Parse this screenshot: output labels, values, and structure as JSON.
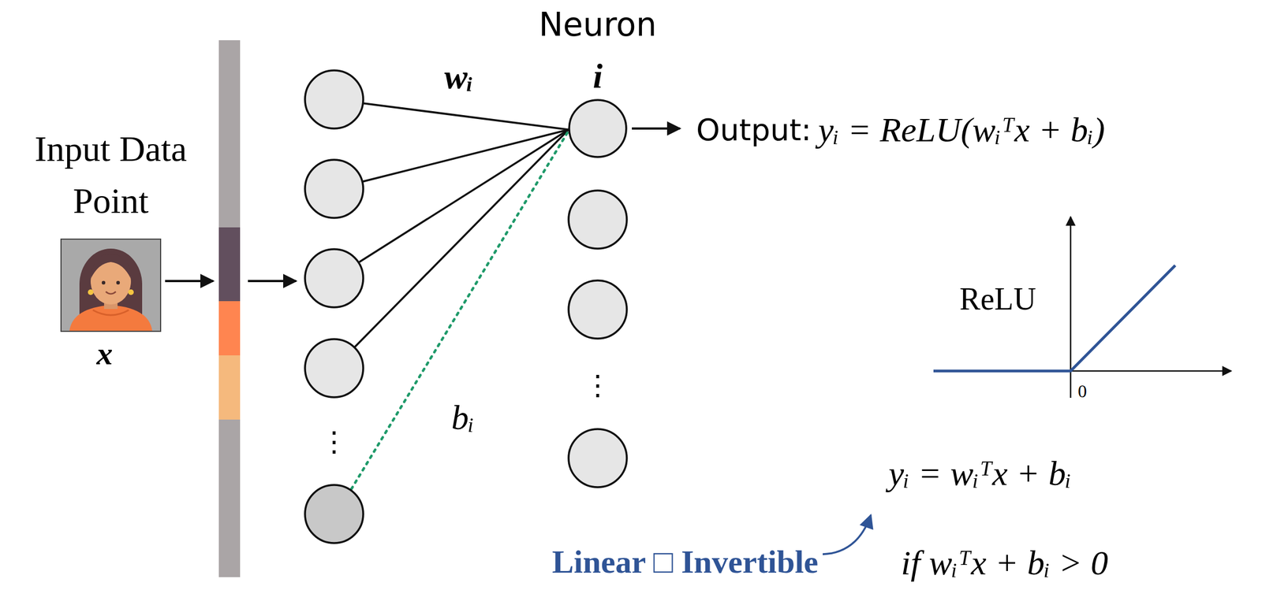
{
  "diagram": {
    "nodes": [
      {
        "text": [
          "Input Data Point",
          "x"
        ]
      },
      {
        "text": [
          "i"
        ]
      }
    ],
    "labels": [
      "Neuron",
      "wᵢ",
      "⋮",
      "bᵢ",
      "⋮",
      "Output:",
      "yᵢ = ReLU(wᵢᵀx + bᵢ)",
      "ReLU",
      "0",
      "yᵢ = wᵢᵀx + bᵢ",
      "Linear □ Invertible",
      "if wᵢᵀx + bᵢ > 0"
    ]
  }
}
